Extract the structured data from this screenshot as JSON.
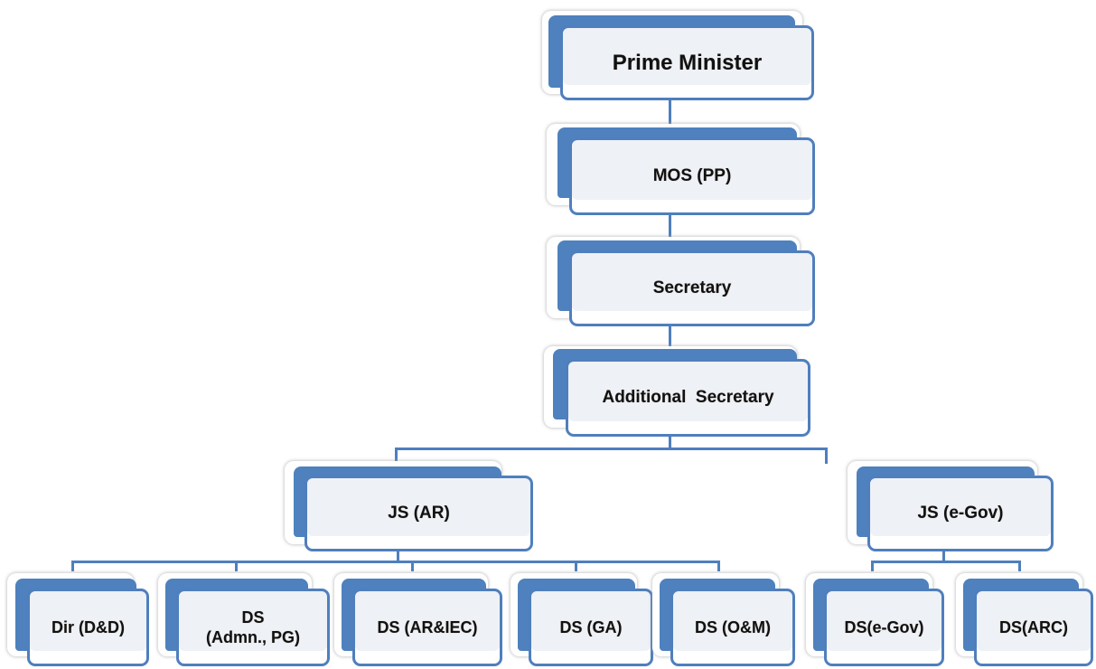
{
  "diagram": {
    "type": "org-chart",
    "colors": {
      "accent": "#4e81bd",
      "box_fill": "#eef1f6",
      "line": "#4f7fbd",
      "text": "#111111"
    },
    "nodes": [
      {
        "id": "pm",
        "label": "Prime Minister",
        "parent": null
      },
      {
        "id": "mos",
        "label": "MOS (PP)",
        "parent": "pm"
      },
      {
        "id": "sec",
        "label": "Secretary",
        "parent": "mos"
      },
      {
        "id": "as",
        "label": "Additional  Secretary",
        "parent": "sec"
      },
      {
        "id": "js_ar",
        "label": "JS (AR)",
        "parent": "as"
      },
      {
        "id": "js_egov",
        "label": "JS (e-Gov)",
        "parent": "as"
      },
      {
        "id": "dir_dd",
        "label": "Dir (D&D)",
        "parent": "js_ar"
      },
      {
        "id": "ds_admn",
        "label": "DS\n(Admn., PG)",
        "parent": "js_ar"
      },
      {
        "id": "ds_arie",
        "label": "DS (AR&IEC)",
        "parent": "js_ar"
      },
      {
        "id": "ds_ga",
        "label": "DS (GA)",
        "parent": "js_ar"
      },
      {
        "id": "ds_om",
        "label": "DS (O&M)",
        "parent": "js_ar"
      },
      {
        "id": "ds_egov",
        "label": "DS(e-Gov)",
        "parent": "js_egov"
      },
      {
        "id": "ds_arc",
        "label": "DS(ARC)",
        "parent": "js_egov"
      }
    ]
  }
}
